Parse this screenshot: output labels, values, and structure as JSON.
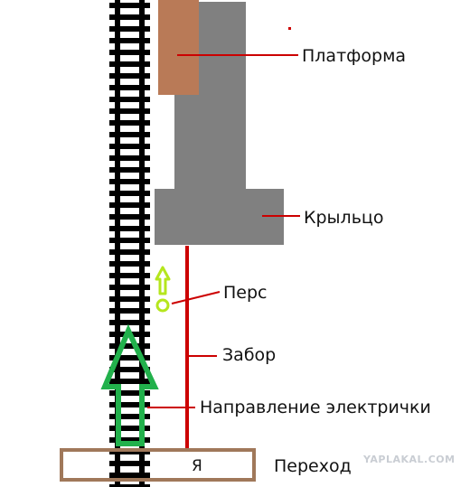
{
  "labels": {
    "platform": "Платформа",
    "porch": "Крыльцо",
    "person": "Перс",
    "fence": "Забор",
    "train_direction": "Направление электрички",
    "crossing": "Переход",
    "me": "Я"
  },
  "watermark": "YAPLAKAL.COM",
  "colors": {
    "rail": "#000000",
    "building": "#808080",
    "platform": "#b97a57",
    "fence": "#cc0000",
    "leader_line": "#cc0000",
    "person": "#b5e61d",
    "train_arrow": "#22b14c",
    "crossing_border": "#a0785a"
  }
}
